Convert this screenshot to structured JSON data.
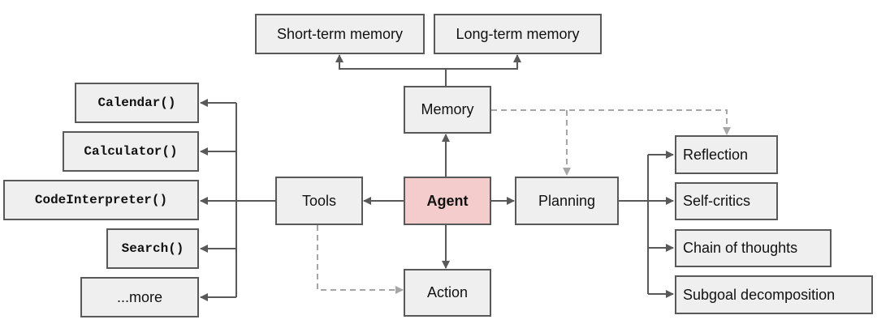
{
  "colors": {
    "box_fill": "#efefef",
    "box_border": "#595959",
    "agent_fill": "#f4cccc",
    "solid_line": "#595959",
    "dashed_line": "#a6a6a6"
  },
  "nodes": {
    "agent": "Agent",
    "memory": "Memory",
    "short_term_memory": "Short-term memory",
    "long_term_memory": "Long-term memory",
    "tools": "Tools",
    "planning": "Planning",
    "action": "Action",
    "tool_items": [
      "Calendar()",
      "Calculator()",
      "CodeInterpreter()",
      "Search()",
      "...more"
    ],
    "planning_items": [
      "Reflection",
      "Self-critics",
      "Chain of thoughts",
      "Subgoal decomposition"
    ]
  }
}
